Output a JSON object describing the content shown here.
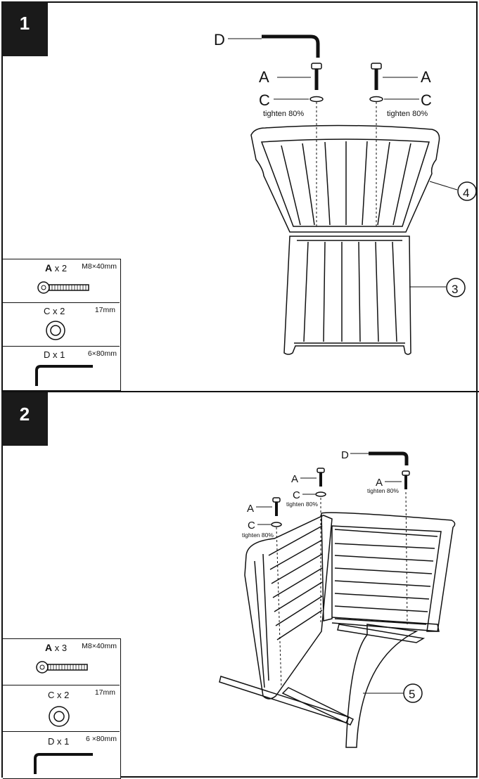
{
  "steps": [
    {
      "number": "1",
      "labels": {
        "a_left": "A",
        "a_right": "A",
        "c_left": "C",
        "c_right": "C",
        "d": "D",
        "tighten_left": "tighten 80%",
        "tighten_right": "tighten 80%",
        "part4": "4",
        "part3": "3"
      },
      "parts": [
        {
          "letter": "A",
          "count": " x 2",
          "size": "M8×40mm"
        },
        {
          "letter": "C",
          "count": " x 2",
          "size": "17mm"
        },
        {
          "letter": "D",
          "count": " x 1",
          "size": "6×80mm"
        }
      ]
    },
    {
      "number": "2",
      "labels": {
        "a1": "A",
        "a2": "A",
        "a3": "A",
        "c1": "C",
        "c2": "C",
        "d": "D",
        "tighten1": "tighten 80%",
        "tighten2": "tighten 80%",
        "tighten3": "tighten 80%",
        "part5": "5"
      },
      "parts": [
        {
          "letter": "A",
          "count": " x 3",
          "size": "M8×40mm"
        },
        {
          "letter": "C",
          "count": " x 2",
          "size": "17mm"
        },
        {
          "letter": "D",
          "count": " x 1",
          "size": "6 ×80mm"
        }
      ]
    }
  ]
}
